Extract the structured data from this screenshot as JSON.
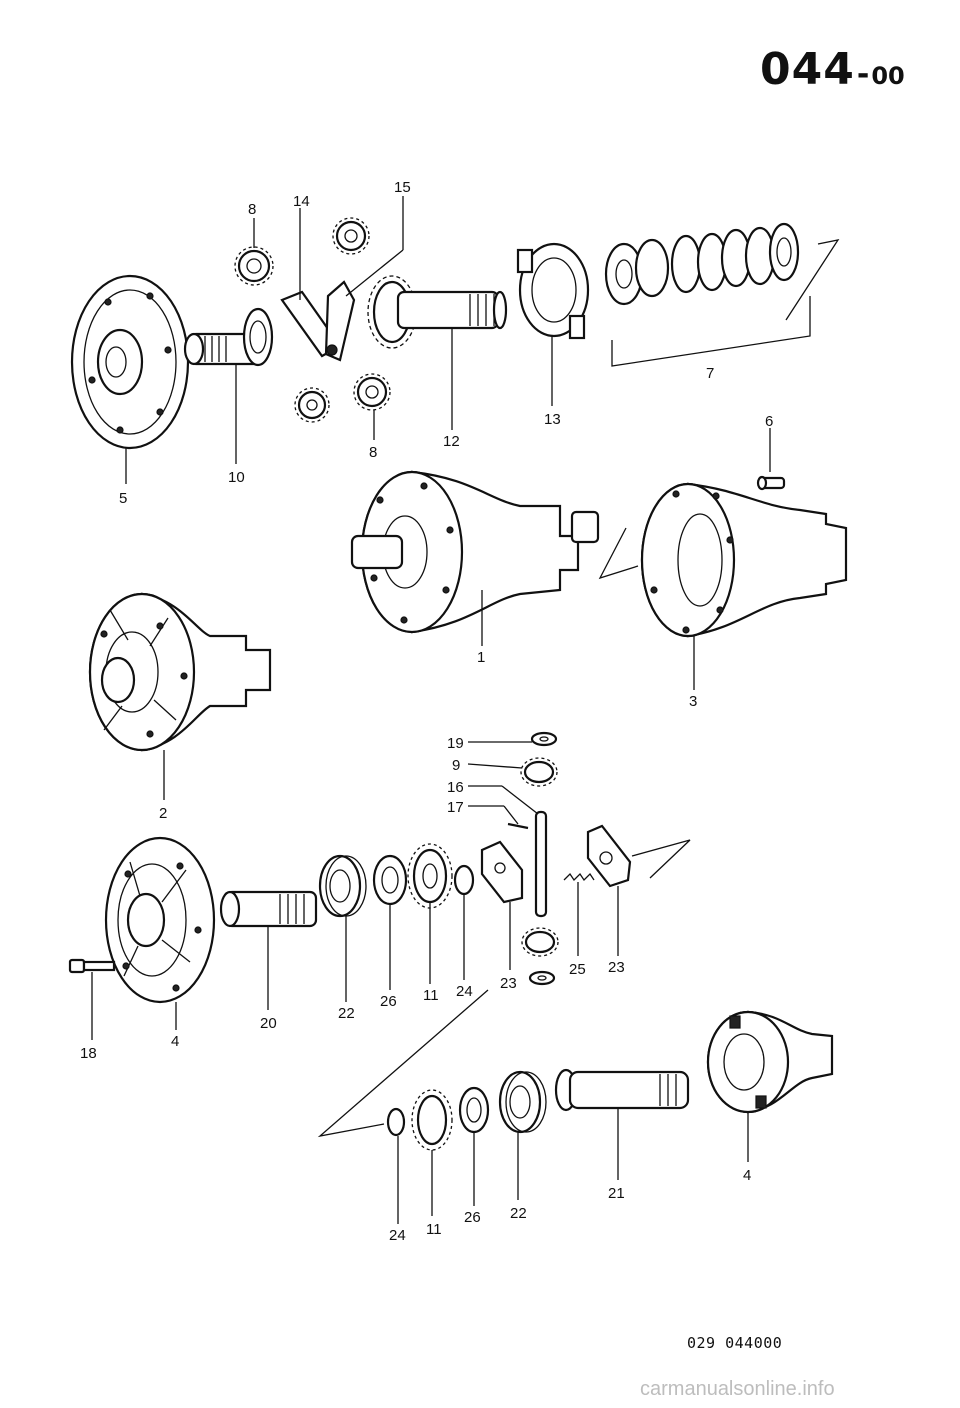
{
  "header": {
    "group_number": "044",
    "separator": "-",
    "sub_number": "00"
  },
  "footer": {
    "drawing_code": "029  044000",
    "watermark": "carmanualsonline.info"
  },
  "callouts": {
    "c1": "1",
    "c2": "2",
    "c3": "3",
    "c4a": "4",
    "c4b": "4",
    "c5": "5",
    "c6": "6",
    "c7": "7",
    "c8a": "8",
    "c8b": "8",
    "c9": "9",
    "c10": "10",
    "c11a": "11",
    "c11b": "11",
    "c12": "12",
    "c13": "13",
    "c14": "14",
    "c15": "15",
    "c16": "16",
    "c17": "17",
    "c18": "18",
    "c19": "19",
    "c20": "20",
    "c21": "21",
    "c22a": "22",
    "c22b": "22",
    "c23a": "23",
    "c23b": "23",
    "c24a": "24",
    "c24b": "24",
    "c25": "25",
    "c26a": "26",
    "c26b": "26"
  }
}
